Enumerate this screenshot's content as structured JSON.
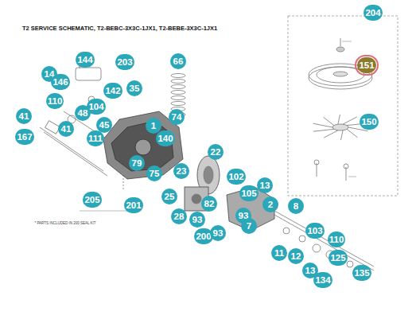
{
  "diagram": {
    "title": "T2 SERVICE SCHEMATIC, T2-BEBC-3X3C-1JX1, T2-BEBE-3X3C-1JX1",
    "labels": [
      "204",
      "151",
      "150",
      "144",
      "203",
      "66",
      "14",
      "146",
      "142",
      "35",
      "110",
      "104",
      "48",
      "41",
      "41",
      "45",
      "1",
      "74",
      "167",
      "111",
      "140",
      "79",
      "75",
      "22",
      "23",
      "102",
      "105",
      "13",
      "2",
      "8",
      "25",
      "205",
      "201",
      "82",
      "28",
      "93",
      "93",
      "200",
      "93",
      "7",
      "103",
      "110",
      "11",
      "12",
      "125",
      "13",
      "134",
      "135",
      "* PARTS INCLUDED IN 200 SEAL KIT"
    ]
  }
}
